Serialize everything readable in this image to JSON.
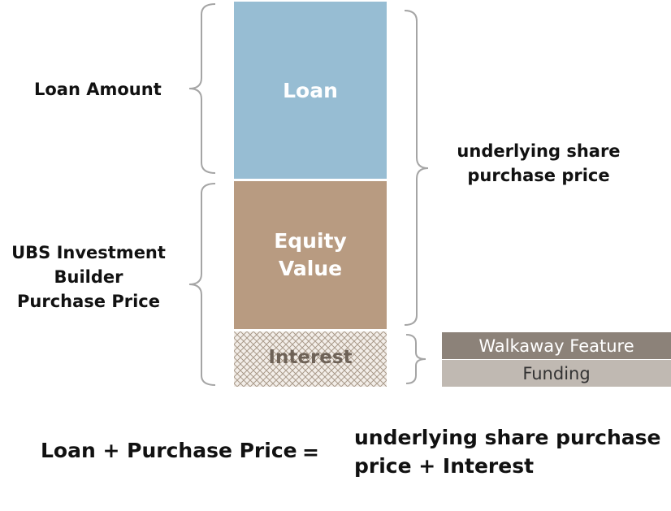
{
  "left": {
    "loan_amount": "Loan Amount",
    "purchase_price": [
      "UBS Investment",
      "Builder",
      "Purchase Price"
    ]
  },
  "stack": {
    "loan": "Loan",
    "equity": [
      "Equity",
      "Value"
    ],
    "interest": "Interest"
  },
  "right": {
    "share_price": [
      "underlying share",
      "purchase price"
    ],
    "walkaway": "Walkaway Feature",
    "funding": "Funding"
  },
  "equation": {
    "lhs": "Loan + Purchase Price",
    "eq": "=",
    "rhs": [
      "underlying share purchase",
      "price + Interest"
    ]
  },
  "colors": {
    "loan": "#97bdd3",
    "equity": "#b89b81",
    "interest_hatch": "#b0a192",
    "bracket": "#a5a5a5",
    "walkaway": "#8c8279",
    "funding": "#c0b9b2"
  }
}
